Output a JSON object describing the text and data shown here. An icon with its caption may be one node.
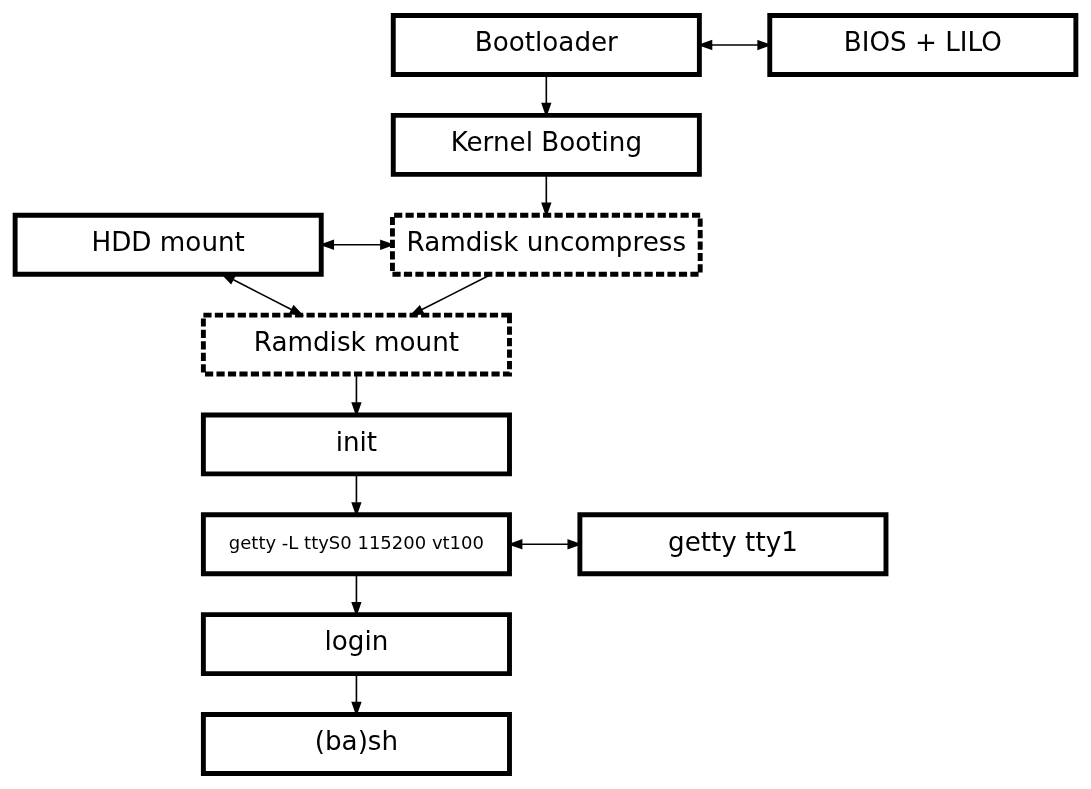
{
  "diagram": {
    "nodes": [
      {
        "text": [
          "Bootloader"
        ]
      },
      {
        "text": [
          "BIOS + LILO"
        ]
      },
      {
        "text": [
          "Kernel Booting"
        ]
      },
      {
        "text": [
          "Ramdisk uncompress"
        ]
      },
      {
        "text": [
          "HDD mount"
        ]
      },
      {
        "text": [
          "Ramdisk mount"
        ]
      },
      {
        "text": [
          "init"
        ]
      },
      {
        "text": [
          "getty -L ttyS0 115200 vt100"
        ]
      },
      {
        "text": [
          "getty tty1"
        ]
      },
      {
        "text": [
          "login"
        ]
      },
      {
        "text": [
          "(ba)sh"
        ]
      }
    ],
    "edges": [
      {
        "from": 0,
        "to": 1,
        "arrow": "both"
      },
      {
        "from": 0,
        "to": 2,
        "arrow": "to"
      },
      {
        "from": 2,
        "to": 3,
        "arrow": "to"
      },
      {
        "from": 4,
        "to": 3,
        "arrow": "both"
      },
      {
        "from": 4,
        "to": 5,
        "arrow": "both"
      },
      {
        "from": 3,
        "to": 5,
        "arrow": "to"
      },
      {
        "from": 5,
        "to": 6,
        "arrow": "to"
      },
      {
        "from": 6,
        "to": 7,
        "arrow": "to"
      },
      {
        "from": 7,
        "to": 8,
        "arrow": "both"
      },
      {
        "from": 7,
        "to": 9,
        "arrow": "to"
      },
      {
        "from": 9,
        "to": 10,
        "arrow": "to"
      }
    ]
  }
}
